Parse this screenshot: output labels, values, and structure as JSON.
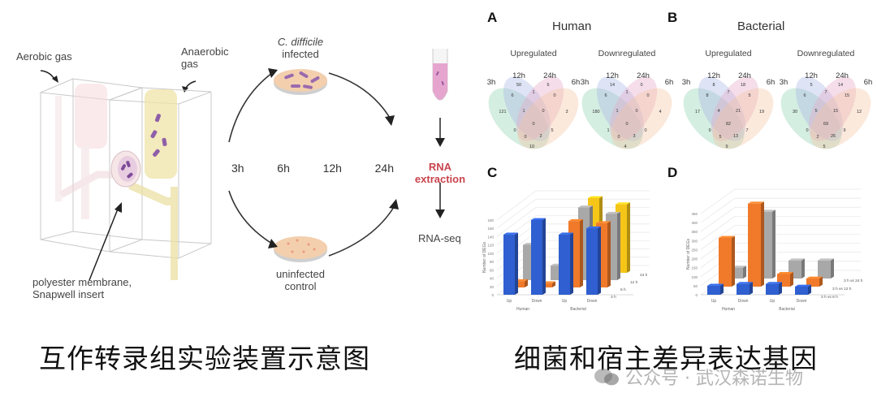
{
  "setup": {
    "aerobic_label": "Aerobic gas",
    "anaerobic_label_line1": "Anaerobic",
    "anaerobic_label_line2": "gas",
    "membrane_label_line1": "polyester membrane,",
    "membrane_label_line2": "Snapwell insert"
  },
  "workflow": {
    "infected_label_line1": "C. difficile",
    "infected_label_line2": "infected",
    "uninfected_label_line1": "uninfected",
    "uninfected_label_line2": "control",
    "timepoints": [
      "3h",
      "6h",
      "12h",
      "24h"
    ],
    "rna_extraction_line1": "RNA",
    "rna_extraction_line2": "extraction",
    "rna_seq": "RNA-seq"
  },
  "venn": {
    "panel_A": "A",
    "panel_B": "B",
    "human_title": "Human",
    "bacterial_title": "Bacterial",
    "set_labels": {
      "t3": "3h",
      "t12": "12h",
      "t24": "24h",
      "t6": "6h"
    },
    "diagrams": [
      {
        "group": "Human",
        "subtitle": "Upregulated",
        "values": {
          "only3": "121",
          "only12": "50",
          "only24": "6",
          "only6": "3",
          "r3_12": "6",
          "r12_24": "1",
          "r24_6": "0",
          "r3_12_24": "1",
          "r12_24_6": "0",
          "center": "0",
          "r3_24": "0",
          "r3_24_6b": "0",
          "r3_12_6": "2",
          "r12_6": "5",
          "r3_6": "10"
        }
      },
      {
        "group": "Human",
        "subtitle": "Downregulated",
        "values": {
          "only3": "180",
          "only12": "14",
          "only24": "0",
          "only6": "4",
          "r3_12": "6",
          "r12_24": "1",
          "r24_6": "0",
          "r3_12_24": "1",
          "r12_24_6": "0",
          "center": "0",
          "r3_24": "1",
          "r3_24_6b": "0",
          "r3_12_6": "3",
          "r12_6": "0",
          "r3_6": "4"
        }
      },
      {
        "group": "Bacterial",
        "subtitle": "Upregulated",
        "values": {
          "only3": "17",
          "only12": "8",
          "only24": "18",
          "only6": "19",
          "r3_12": "8",
          "r12_24": "7",
          "r24_6": "5",
          "r3_12_24": "4",
          "r12_24_6": "21",
          "center": "82",
          "r3_24": "9",
          "r3_24_6b": "5",
          "r3_12_6": "13",
          "r12_6": "7",
          "r3_6": "9"
        }
      },
      {
        "group": "Bacterial",
        "subtitle": "Downregulated",
        "values": {
          "only3": "30",
          "only12": "5",
          "only24": "14",
          "only6": "12",
          "r3_12": "6",
          "r12_24": "7",
          "r24_6": "15",
          "r3_12_24": "5",
          "r12_24_6": "15",
          "center": "69",
          "r3_24": "0",
          "r3_24_6b": "2",
          "r3_12_6": "26",
          "r12_6": "9",
          "r3_6": "5"
        }
      }
    ],
    "colors": {
      "t3": "#8fd3b0",
      "t12": "#a9b5e6",
      "t24": "#e6a9c6",
      "t6": "#f5c4a3"
    }
  },
  "chart_data": [
    {
      "panel": "C",
      "type": "bar",
      "title": "",
      "ylabel": "Number of DEGs",
      "ylim": [
        0,
        180
      ],
      "yticks": [
        "0",
        "20",
        "40",
        "60",
        "80",
        "100",
        "120",
        "140",
        "160",
        "180"
      ],
      "categories": [
        "Up",
        "Down",
        "Up",
        "Down"
      ],
      "groups": [
        "Human",
        "Bacterial"
      ],
      "series": [
        {
          "name": "3 h",
          "color": "#2f5fd0",
          "values": [
            145,
            180,
            145,
            160
          ]
        },
        {
          "name": "6 h",
          "color": "#f07a2a",
          "values": [
            15,
            10,
            160,
            155
          ]
        },
        {
          "name": "12 h",
          "color": "#a8a8a8",
          "values": [
            85,
            35,
            175,
            160
          ]
        },
        {
          "name": "24 h",
          "color": "#f5c518",
          "values": [
            0,
            0,
            180,
            165
          ]
        }
      ]
    },
    {
      "panel": "D",
      "type": "bar",
      "title": "",
      "ylabel": "Number of DEGs",
      "ylim": [
        0,
        450
      ],
      "yticks": [
        "0",
        "50",
        "100",
        "150",
        "200",
        "250",
        "300",
        "350",
        "400",
        "450"
      ],
      "categories": [
        "Up",
        "Down",
        "Up",
        "Down"
      ],
      "groups": [
        "Human",
        "Bacterial"
      ],
      "series": [
        {
          "name": "3 h vs 6 h",
          "color": "#2f5fd0",
          "values": [
            50,
            60,
            60,
            45
          ]
        },
        {
          "name": "3 h vs 12 h",
          "color": "#f07a2a",
          "values": [
            270,
            460,
            70,
            45
          ]
        },
        {
          "name": "3 h vs 24 h",
          "color": "#a8a8a8",
          "values": [
            60,
            370,
            100,
            100
          ]
        }
      ]
    }
  ],
  "captions": {
    "left": "互作转录组实验装置示意图",
    "right": "细菌和宿主差异表达基因"
  },
  "watermark": "公众号 · 武汉森诺生物"
}
